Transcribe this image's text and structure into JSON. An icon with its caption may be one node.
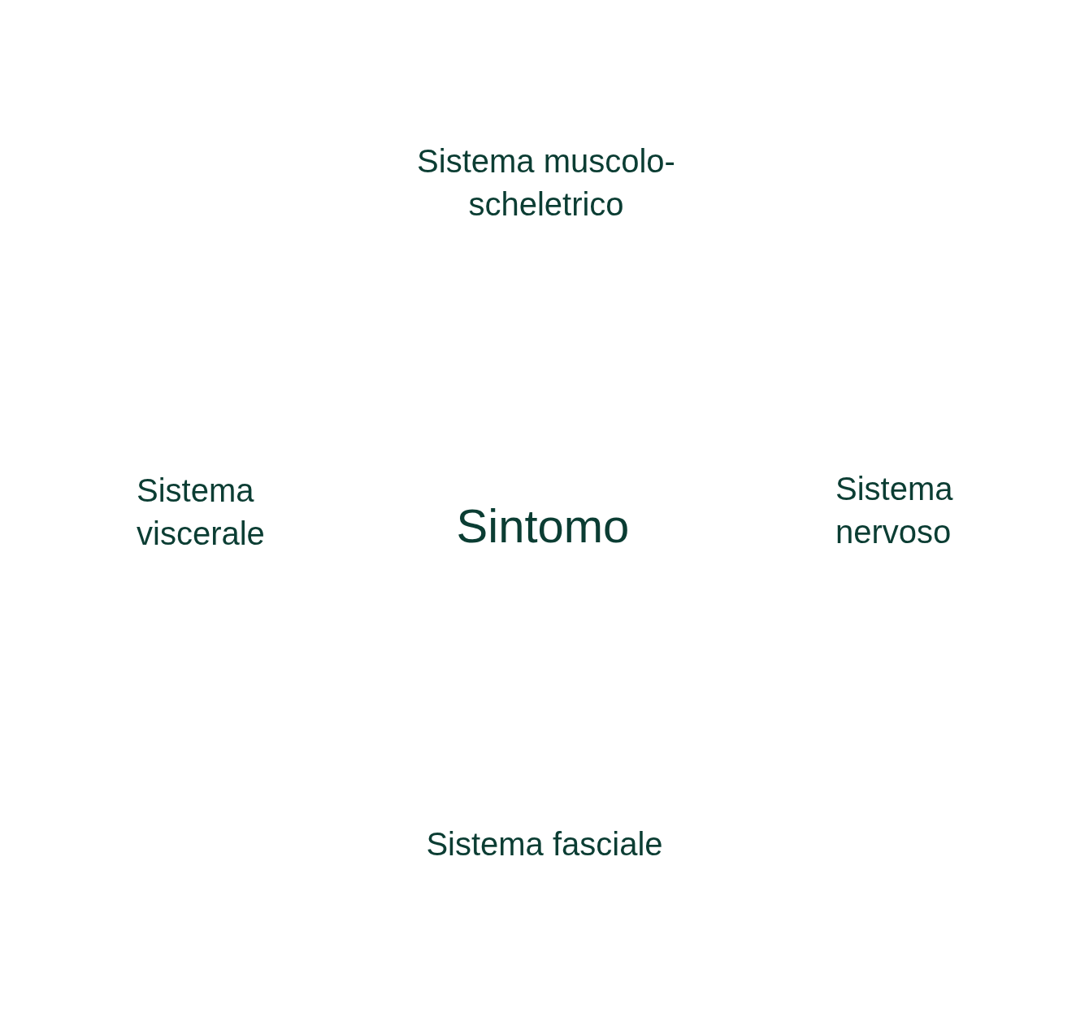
{
  "diagram": {
    "labels": [
      "Sistema muscolo-scheletrico",
      "Sistema viscerale",
      "Sintomo",
      "Sistema nervoso",
      "Sistema fasciale"
    ]
  }
}
